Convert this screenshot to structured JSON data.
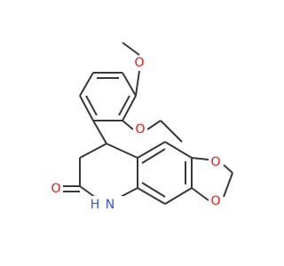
{
  "colors": {
    "background": "#ffffff",
    "bond": "#383838",
    "oxygen": "#ff0d0d",
    "nitrogen": "#3050f8"
  },
  "atoms": {
    "o_methoxy": "O",
    "o_ethoxy": "O",
    "o_dioxole_top": "O",
    "o_dioxole_bottom": "O",
    "o_carbonyl": "O",
    "nh": "H",
    "n": "N"
  }
}
